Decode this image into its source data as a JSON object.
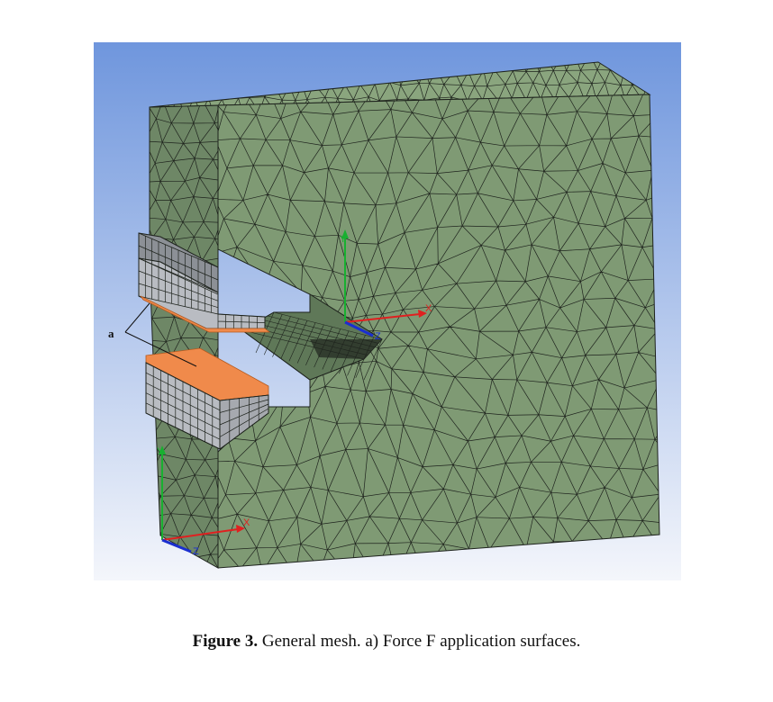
{
  "figure": {
    "callout_label": "a",
    "axes": {
      "top": {
        "x_label": "X",
        "y_label": "Y",
        "z_label": "Z"
      },
      "bottom": {
        "x_label": "X",
        "y_label": "Y",
        "z_label": "Z"
      }
    },
    "colors": {
      "background_top": "#6f96dd",
      "background_bottom": "#f4f6fb",
      "mesh_face": "#7f9a74",
      "mesh_top": "#8aa57e",
      "mesh_line": "#1e231d",
      "grip_face": "#b9bcc2",
      "force_surface": "#f08a4b",
      "axis_x": "#e02020",
      "axis_y": "#18b030",
      "axis_z": "#1a2fd0"
    }
  },
  "caption": {
    "label": "Figure 3.",
    "text": " General mesh. a) Force F application surfaces."
  }
}
